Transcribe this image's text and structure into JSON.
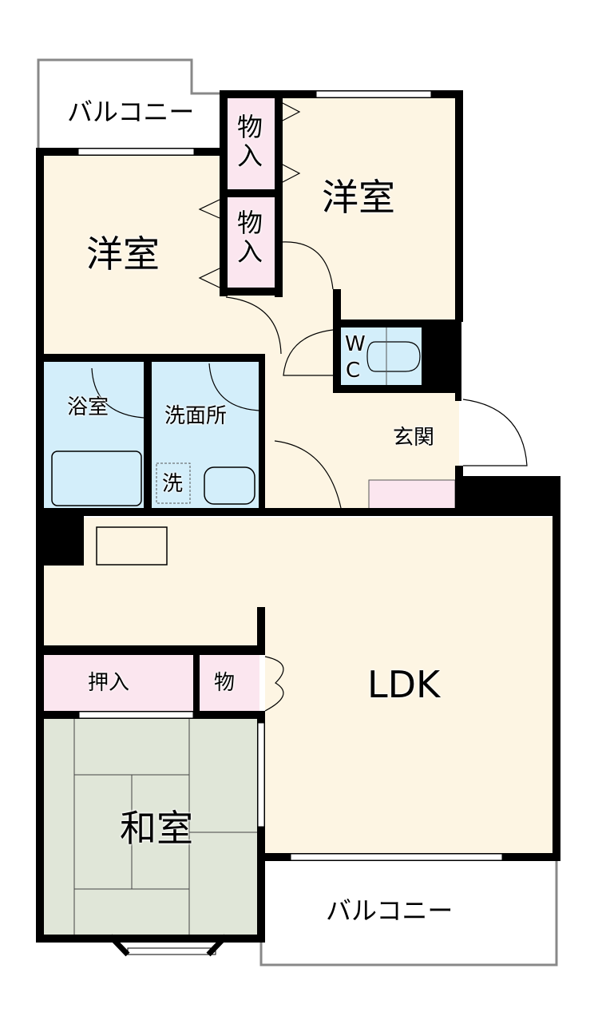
{
  "colors": {
    "room_beige": "#fdf5e3",
    "wet_blue": "#d3eefa",
    "storage_pink": "#fbe6ef",
    "tatami_green": "#e0e6d8",
    "wall": "#000000",
    "balcony": "#ffffff"
  },
  "rooms": {
    "balcony_top": "バルコニー",
    "storage_top_1": "物入",
    "storage_top_2": "物入",
    "western_room_right": "洋室",
    "western_room_left": "洋室",
    "wc": "WC",
    "wc_w": "W",
    "wc_c": "C",
    "bathroom": "浴室",
    "washroom": "洗面所",
    "washer_space": "洗",
    "entrance": "玄関",
    "closet_oshiire": "押入",
    "storage_small": "物",
    "ldk": "LDK",
    "japanese_room": "和室",
    "balcony_bottom": "バルコニー"
  }
}
